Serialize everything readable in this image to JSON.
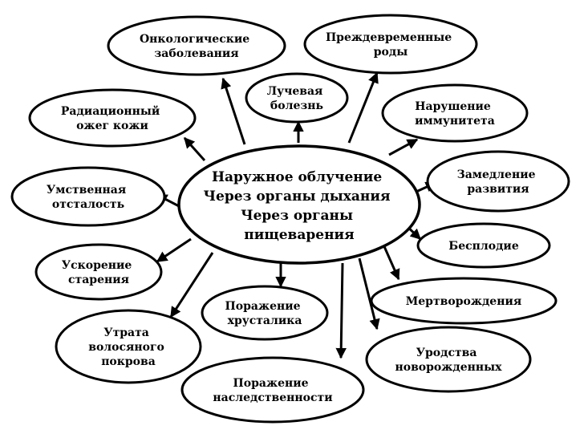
{
  "center": {
    "lines": [
      "Наружное облучение",
      "Через органы дыхания",
      "Через органы",
      "пищеварения"
    ]
  },
  "nodes": [
    {
      "id": "oncology",
      "lines": [
        "Онкологические",
        "заболевания"
      ]
    },
    {
      "id": "premature",
      "lines": [
        "Преждевременные",
        "роды"
      ]
    },
    {
      "id": "radiation-sickness",
      "lines": [
        "Лучевая",
        "болезнь"
      ]
    },
    {
      "id": "skin-burn",
      "lines": [
        "Радиационный",
        "ожег кожи"
      ]
    },
    {
      "id": "immunity",
      "lines": [
        "Нарушение",
        "иммунитета"
      ]
    },
    {
      "id": "development",
      "lines": [
        "Замедление",
        "развития"
      ]
    },
    {
      "id": "mental",
      "lines": [
        "Умственная",
        "отсталость"
      ]
    },
    {
      "id": "infertility",
      "lines": [
        "Бесплодие"
      ]
    },
    {
      "id": "aging",
      "lines": [
        "Ускорение",
        "старения"
      ]
    },
    {
      "id": "stillbirth",
      "lines": [
        "Мертворождения"
      ]
    },
    {
      "id": "lens",
      "lines": [
        "Поражение",
        "хрусталика"
      ]
    },
    {
      "id": "hair-loss",
      "lines": [
        "Утрата",
        "волосяного",
        "покрова"
      ]
    },
    {
      "id": "deformities",
      "lines": [
        "Уродства",
        "новорожденных"
      ]
    },
    {
      "id": "heredity",
      "lines": [
        "Поражение",
        "наследственности"
      ]
    }
  ]
}
